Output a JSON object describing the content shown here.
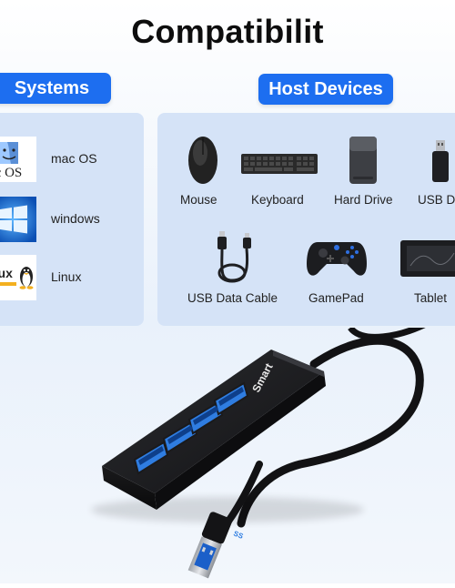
{
  "title": "Compatibilit",
  "sections": {
    "systems_label": "Systems",
    "host_label": "Host Devices"
  },
  "systems": [
    {
      "name": "mac OS",
      "icon": "mac-os-logo-icon",
      "logo_text": "ac OS"
    },
    {
      "name": "windows",
      "icon": "windows-logo-icon"
    },
    {
      "name": "Linux",
      "icon": "linux-tux-logo-icon",
      "logo_text": "nux"
    }
  ],
  "devices": [
    {
      "name": "Mouse",
      "icon": "mouse-icon"
    },
    {
      "name": "Keyboard",
      "icon": "keyboard-icon"
    },
    {
      "name": "Hard Drive",
      "icon": "hard-drive-icon"
    },
    {
      "name": "USB D",
      "icon": "usb-drive-icon"
    },
    {
      "name": "USB Data Cable",
      "icon": "usb-cable-icon"
    },
    {
      "name": "GamePad",
      "icon": "gamepad-icon"
    },
    {
      "name": "Tablet",
      "icon": "tablet-icon"
    }
  ],
  "hub": {
    "brand": "Smart",
    "port_count": 4,
    "connector_label": "SS"
  },
  "colors": {
    "accent_blue": "#1d6ef0",
    "panel_bg": "#d5e3f7",
    "hub_body": "#1b1b1d",
    "port_blue": "#2f7de1"
  }
}
